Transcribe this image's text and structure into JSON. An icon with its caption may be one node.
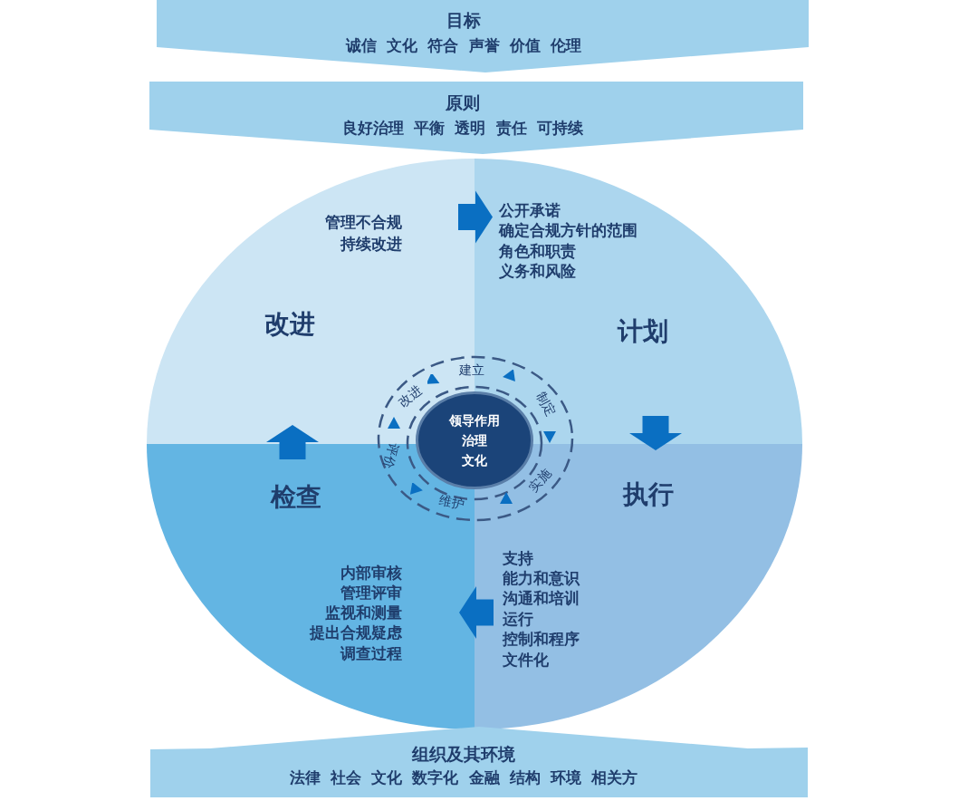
{
  "diagram": {
    "nodes": [
      {
        "text": [
          "目标",
          "诚信 文化 符合 声誉 价值 伦理"
        ]
      },
      {
        "text": [
          "原则",
          "良好治理 平衡 透明 责任 可持续"
        ]
      },
      {
        "text": [
          "改进",
          "管理不合规",
          "持续改进"
        ]
      },
      {
        "text": [
          "计划",
          "公开承诺",
          "确定合规方针的范围",
          "角色和职责",
          "义务和风险"
        ]
      },
      {
        "text": [
          "领导作用",
          "治理",
          "文化"
        ]
      },
      {
        "text": [
          "检查",
          "内部审核",
          "管理评审",
          "监视和测量",
          "提出合规疑虑",
          "调查过程"
        ]
      },
      {
        "text": [
          "执行",
          "支持",
          "能力和意识",
          "沟通和培训",
          "运行",
          "控制和程序",
          "文件化"
        ]
      },
      {
        "text": [
          "组织及其环境",
          "法律 社会 文化 数字化 金融 结构 环境 相关方"
        ]
      }
    ],
    "edges": [
      {
        "from": 2,
        "to": 3,
        "arrow": "to"
      },
      {
        "from": 3,
        "to": 6,
        "arrow": "to"
      },
      {
        "from": 6,
        "to": 5,
        "arrow": "to"
      },
      {
        "from": 5,
        "to": 2,
        "arrow": "to"
      }
    ],
    "labels": [
      "建立",
      "制定",
      "实施",
      "维护",
      "评价",
      "改进"
    ]
  }
}
